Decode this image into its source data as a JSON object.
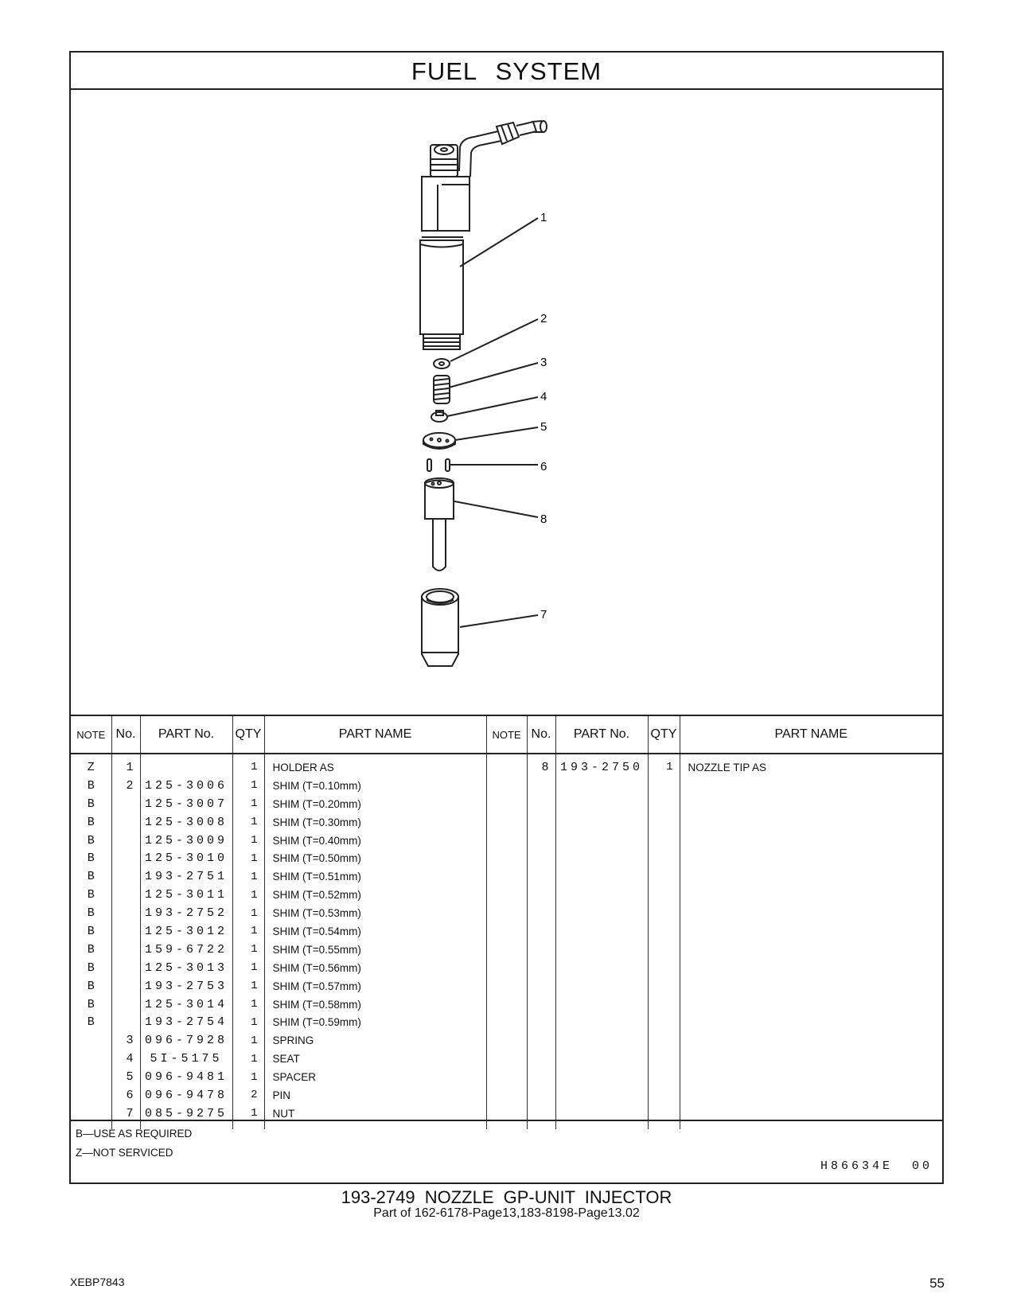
{
  "page": {
    "title": "FUEL  SYSTEM",
    "caption_title": "193-2749  NOZZLE GP-UNIT INJECTOR",
    "caption_sub": "Part of 162-6178-Page13,183-8198-Page13.02",
    "footer_left": "XEBP7843",
    "footer_right": "55"
  },
  "diagram": {
    "callouts": [
      "1",
      "2",
      "3",
      "4",
      "5",
      "6",
      "8",
      "7"
    ]
  },
  "table": {
    "headers": [
      "NOTE",
      "No.",
      "PART No.",
      "QTY",
      "PART NAME",
      "NOTE",
      "No.",
      "PART No.",
      "QTY",
      "PART NAME"
    ],
    "rows": [
      {
        "note": "Z",
        "no": "1",
        "part": "",
        "qty": "1",
        "name": "HOLDER  AS",
        "note2": "",
        "no2": "8",
        "part2": "193-2750",
        "qty2": "1",
        "name2": "NOZZLE  TIP  AS"
      },
      {
        "note": "B",
        "no": "2",
        "part": "125-3006",
        "qty": "1",
        "name": "SHIM (T=0.10mm)"
      },
      {
        "note": "B",
        "no": "",
        "part": "125-3007",
        "qty": "1",
        "name": "SHIM (T=0.20mm)"
      },
      {
        "note": "B",
        "no": "",
        "part": "125-3008",
        "qty": "1",
        "name": "SHIM (T=0.30mm)"
      },
      {
        "note": "B",
        "no": "",
        "part": "125-3009",
        "qty": "1",
        "name": "SHIM (T=0.40mm)"
      },
      {
        "note": "B",
        "no": "",
        "part": "125-3010",
        "qty": "1",
        "name": "SHIM (T=0.50mm)"
      },
      {
        "note": "B",
        "no": "",
        "part": "193-2751",
        "qty": "1",
        "name": "SHIM (T=0.51mm)"
      },
      {
        "note": "B",
        "no": "",
        "part": "125-3011",
        "qty": "1",
        "name": "SHIM (T=0.52mm)"
      },
      {
        "note": "B",
        "no": "",
        "part": "193-2752",
        "qty": "1",
        "name": "SHIM (T=0.53mm)"
      },
      {
        "note": "B",
        "no": "",
        "part": "125-3012",
        "qty": "1",
        "name": "SHIM (T=0.54mm)"
      },
      {
        "note": "B",
        "no": "",
        "part": "159-6722",
        "qty": "1",
        "name": "SHIM (T=0.55mm)"
      },
      {
        "note": "B",
        "no": "",
        "part": "125-3013",
        "qty": "1",
        "name": "SHIM (T=0.56mm)"
      },
      {
        "note": "B",
        "no": "",
        "part": "193-2753",
        "qty": "1",
        "name": "SHIM (T=0.57mm)"
      },
      {
        "note": "B",
        "no": "",
        "part": "125-3014",
        "qty": "1",
        "name": "SHIM (T=0.58mm)"
      },
      {
        "note": "B",
        "no": "",
        "part": "193-2754",
        "qty": "1",
        "name": "SHIM (T=0.59mm)"
      },
      {
        "note": "",
        "no": "3",
        "part": "096-7928",
        "qty": "1",
        "name": "SPRING"
      },
      {
        "note": "",
        "no": "4",
        "part": "5I-5175",
        "qty": "1",
        "name": "SEAT"
      },
      {
        "note": "",
        "no": "5",
        "part": "096-9481",
        "qty": "1",
        "name": "SPACER"
      },
      {
        "note": "",
        "no": "6",
        "part": "096-9478",
        "qty": "2",
        "name": "PIN"
      },
      {
        "note": "",
        "no": "7",
        "part": "085-9275",
        "qty": "1",
        "name": "NUT"
      }
    ]
  },
  "notes": {
    "b": "B—USE  AS  REQUIRED",
    "z": "Z—NOT  SERVICED",
    "code": "H86634E",
    "code_suffix": "00"
  }
}
